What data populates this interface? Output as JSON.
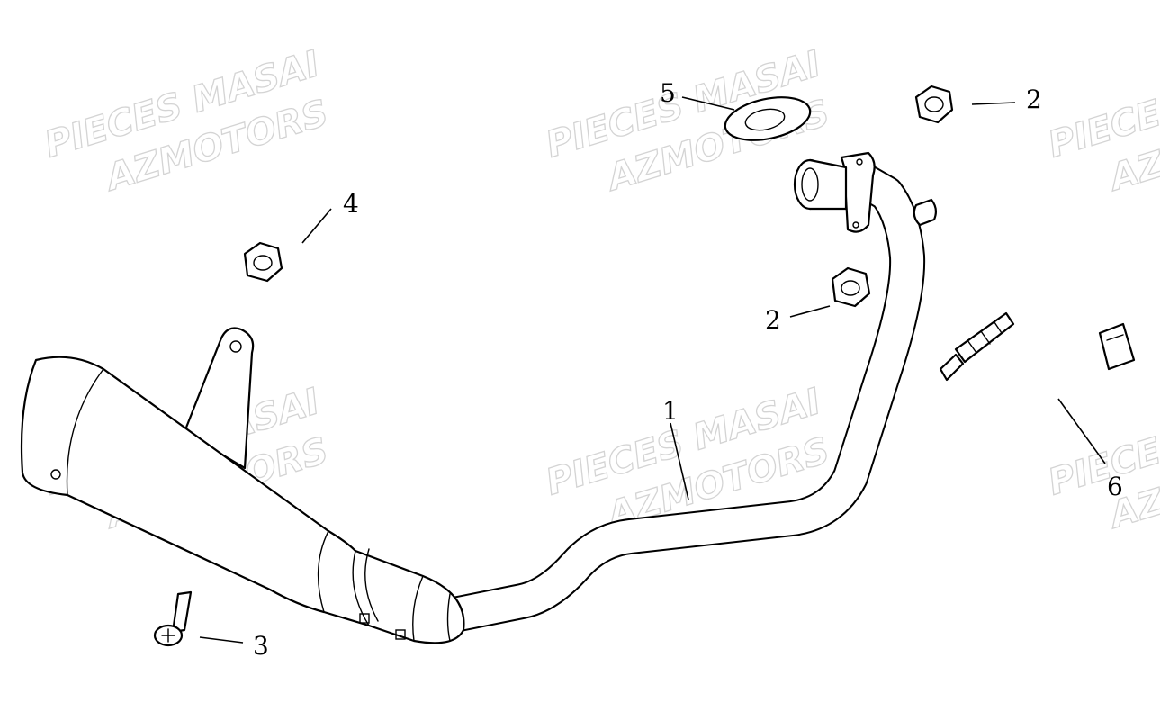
{
  "watermark": {
    "line1": "PIECES MASAI",
    "line2": "AZMOTORS"
  },
  "callouts": [
    {
      "id": "1",
      "label": "1",
      "part": "exhaust-pipe"
    },
    {
      "id": "2a",
      "label": "2",
      "part": "nut"
    },
    {
      "id": "2b",
      "label": "2",
      "part": "nut"
    },
    {
      "id": "3",
      "label": "3",
      "part": "bolt"
    },
    {
      "id": "4",
      "label": "4",
      "part": "nut"
    },
    {
      "id": "5",
      "label": "5",
      "part": "gasket"
    },
    {
      "id": "6",
      "label": "6",
      "part": "oxygen-sensor"
    }
  ]
}
